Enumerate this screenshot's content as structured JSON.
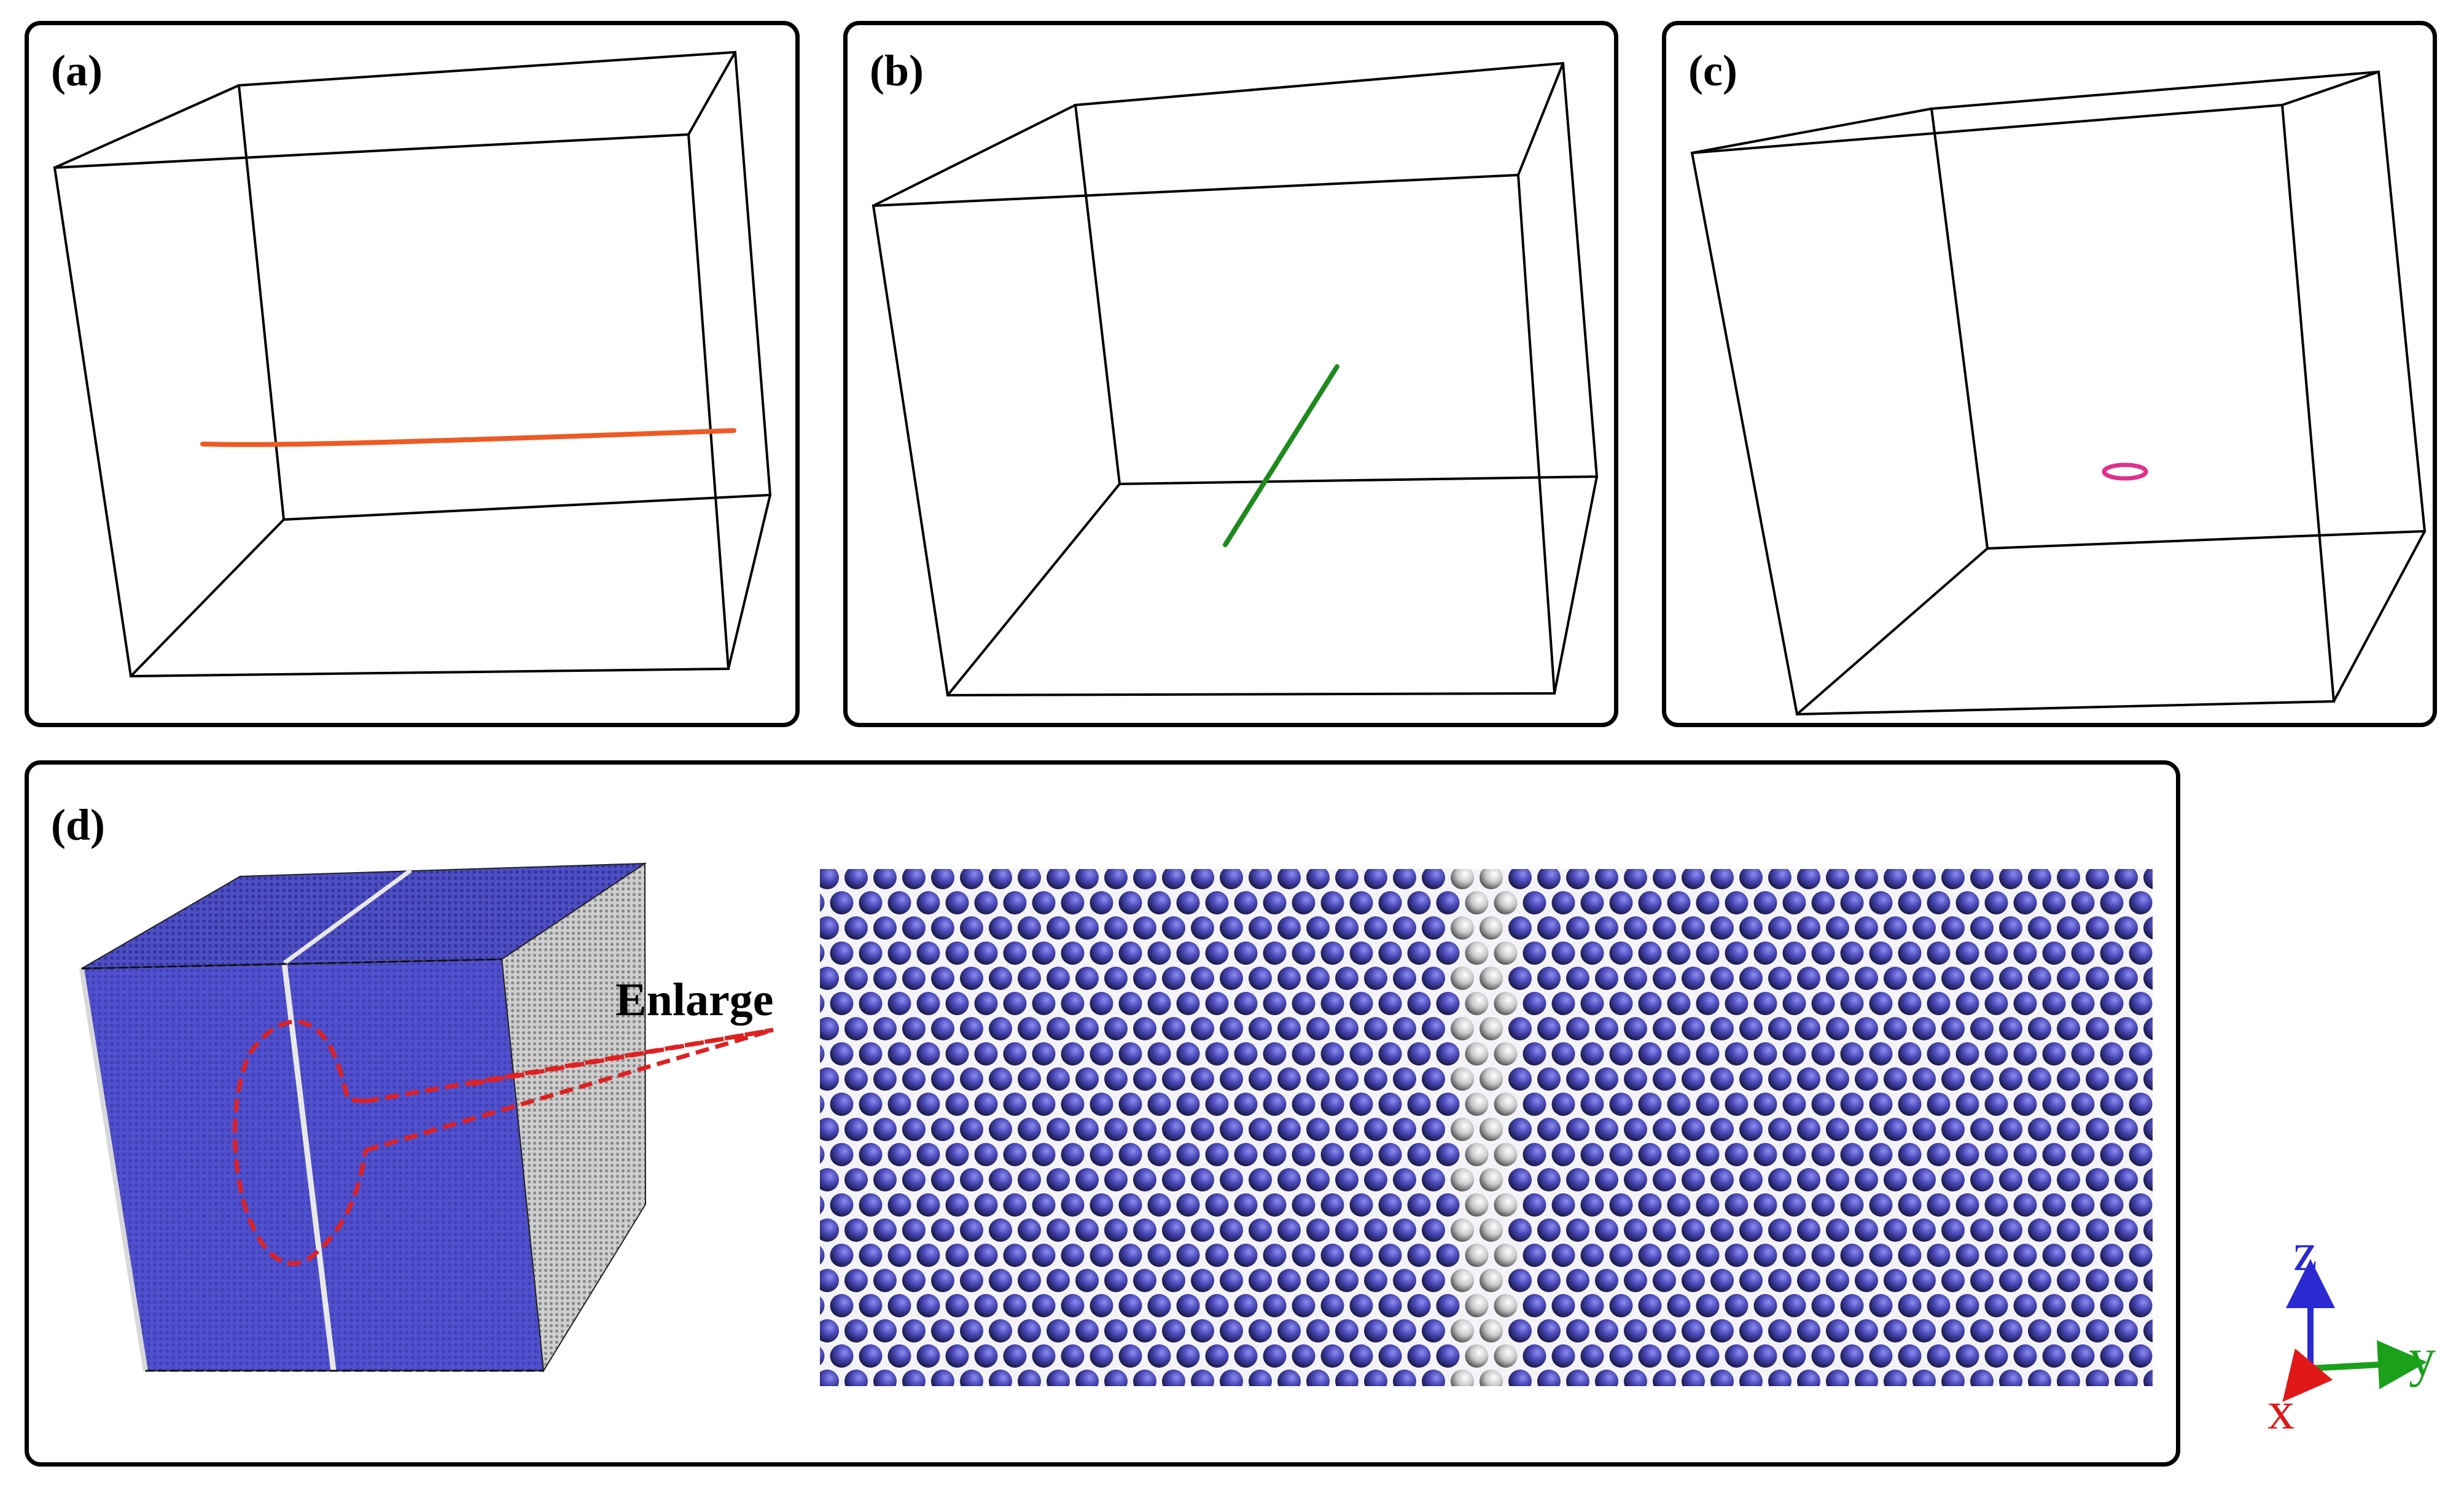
{
  "panels": {
    "a": {
      "label": "(a)",
      "line_color": "#ee5a24"
    },
    "b": {
      "label": "(b)",
      "line_color": "#1e8a1e"
    },
    "c": {
      "label": "(c)",
      "loop_color": "#e0308a"
    },
    "d": {
      "label": "(d)",
      "annotation": "Enlarge"
    }
  },
  "colors": {
    "atom_blue": "#4a49b8",
    "atom_gray": "#c9c9c9",
    "highlight_red": "#e02020"
  },
  "axes": {
    "z": {
      "label": "z",
      "color": "#2a2ad0"
    },
    "y": {
      "label": "y",
      "color": "#1aa01a"
    },
    "x": {
      "label": "x",
      "color": "#e01818"
    }
  }
}
